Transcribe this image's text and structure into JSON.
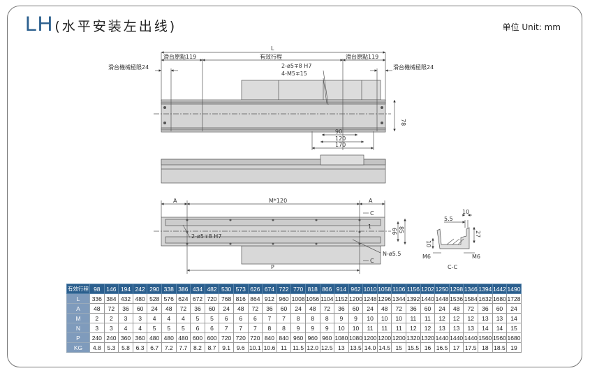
{
  "header": {
    "model": "LH",
    "subtitle": "(水平安装左出线)",
    "unit": "单位 Unit: mm"
  },
  "top_view": {
    "L": "L",
    "origin_left": "滑台原點119",
    "origin_right": "滑台原點119",
    "stroke": "有效行程",
    "limit_left": "滑台機械極限24",
    "limit_right": "滑台機械極限24",
    "pin_hole": "2-ø5∓8  H7",
    "tap_hole": "4-M5∓15",
    "height": "78",
    "d90": "90",
    "d120": "120",
    "d170": "170"
  },
  "bottom_view": {
    "A_left": "A",
    "A_right": "A",
    "pitch": "M*120",
    "pin_hole": "2-ø5∓8  H7",
    "mount_hole": "N-ø5.5",
    "P": "P",
    "C_top": "C",
    "C_bottom": "C",
    "d66": "66",
    "d85": "85",
    "d1": "1"
  },
  "section": {
    "label": "C-C",
    "d10_top": "10",
    "d5_5": "5.5",
    "d27": "27",
    "d10_side": "10",
    "m6_left": "M6",
    "m6_right": "M6"
  },
  "table": {
    "header_label": "有效行程",
    "strokes": [
      "98",
      "146",
      "194",
      "242",
      "290",
      "338",
      "386",
      "434",
      "482",
      "530",
      "573",
      "626",
      "674",
      "722",
      "770",
      "818",
      "866",
      "914",
      "962",
      "1010",
      "1058",
      "1106",
      "1156",
      "1202",
      "1250",
      "1298",
      "1346",
      "1394",
      "1442",
      "1490"
    ],
    "rows": [
      {
        "label": "L",
        "values": [
          "336",
          "384",
          "432",
          "480",
          "528",
          "576",
          "624",
          "672",
          "720",
          "768",
          "816",
          "864",
          "912",
          "960",
          "1008",
          "1056",
          "1104",
          "1152",
          "1200",
          "1248",
          "1296",
          "1344",
          "1392",
          "1440",
          "1448",
          "1536",
          "1584",
          "1632",
          "1680",
          "1728"
        ]
      },
      {
        "label": "A",
        "values": [
          "48",
          "72",
          "36",
          "60",
          "24",
          "48",
          "72",
          "36",
          "60",
          "24",
          "48",
          "72",
          "36",
          "60",
          "24",
          "48",
          "72",
          "36",
          "60",
          "24",
          "48",
          "72",
          "36",
          "60",
          "24",
          "48",
          "72",
          "36",
          "60",
          "24"
        ]
      },
      {
        "label": "M",
        "values": [
          "2",
          "2",
          "3",
          "3",
          "4",
          "4",
          "4",
          "5",
          "5",
          "6",
          "6",
          "6",
          "7",
          "7",
          "8",
          "8",
          "8",
          "9",
          "9",
          "10",
          "10",
          "10",
          "11",
          "11",
          "12",
          "12",
          "12",
          "13",
          "13",
          "14"
        ]
      },
      {
        "label": "N",
        "values": [
          "3",
          "3",
          "4",
          "4",
          "5",
          "5",
          "5",
          "6",
          "6",
          "7",
          "7",
          "7",
          "8",
          "8",
          "9",
          "9",
          "9",
          "10",
          "10",
          "11",
          "11",
          "11",
          "12",
          "12",
          "13",
          "13",
          "13",
          "14",
          "14",
          "15"
        ]
      },
      {
        "label": "P",
        "values": [
          "240",
          "240",
          "360",
          "360",
          "480",
          "480",
          "480",
          "600",
          "600",
          "720",
          "720",
          "720",
          "840",
          "840",
          "960",
          "960",
          "960",
          "1080",
          "1080",
          "1200",
          "1200",
          "1200",
          "1320",
          "1320",
          "1440",
          "1440",
          "1440",
          "1560",
          "1560",
          "1680"
        ]
      },
      {
        "label": "KG",
        "values": [
          "4.8",
          "5.3",
          "5.8",
          "6.3",
          "6.7",
          "7.2",
          "7.7",
          "8.2",
          "8.7",
          "9.1",
          "9.6",
          "10.1",
          "10.6",
          "11",
          "11.5",
          "12.0",
          "12.5",
          "13",
          "13.5",
          "14.0",
          "14.5",
          "15",
          "15.5",
          "16",
          "16.5",
          "17",
          "17.5",
          "18",
          "18.5",
          "19"
        ]
      }
    ]
  },
  "colors": {
    "brand": "#2b5f8e",
    "row_header": "#7f9bbc",
    "body": "#d9d9d9"
  }
}
